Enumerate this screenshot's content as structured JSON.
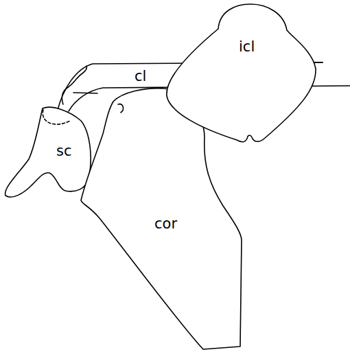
{
  "diagram": {
    "labels": [
      "icl",
      "cl",
      "sc",
      "cor"
    ]
  }
}
